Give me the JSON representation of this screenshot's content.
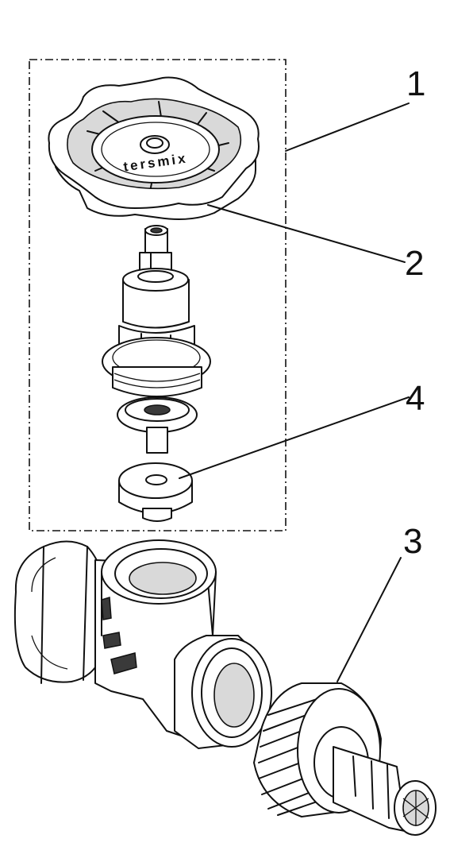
{
  "callouts": [
    {
      "id": "1",
      "label": "1"
    },
    {
      "id": "2",
      "label": "2"
    },
    {
      "id": "3",
      "label": "3"
    },
    {
      "id": "4",
      "label": "4"
    }
  ],
  "handwheel_lettering": "tersmix"
}
